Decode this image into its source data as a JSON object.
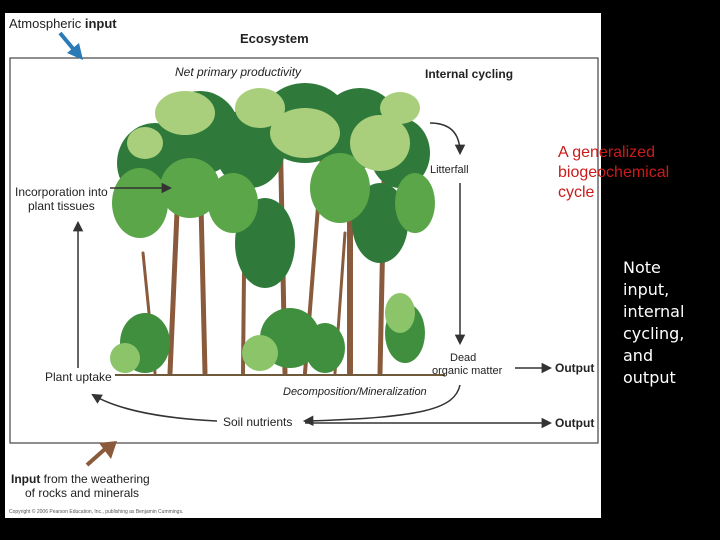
{
  "diagram": {
    "atmospheric_input": {
      "prefix": "Atmospheric ",
      "bold": "input"
    },
    "ecosystem_title": "Ecosystem",
    "net_primary_productivity": "Net primary productivity",
    "internal_cycling": "Internal cycling",
    "litterfall": "Litterfall",
    "incorporation": [
      "Incorporation into",
      "plant tissues"
    ],
    "plant_uptake": "Plant uptake",
    "dead_organic_matter": [
      "Dead",
      "organic matter"
    ],
    "decomposition": "Decomposition/Mineralization",
    "soil_nutrients": "Soil nutrients",
    "output_upper": "Output",
    "output_lower": "Output",
    "weathering_input": {
      "bold": "Input",
      "rest": " from the weathering",
      "line2": "of rocks and minerals"
    },
    "copyright": "Copyright © 2006 Pearson Education, Inc., publishing as Benjamin Cummings."
  },
  "side_caption": "A generalized biogeochemical cycle",
  "side_note": "Note\ninput,\ninternal\ncycling,\nand\noutput",
  "colors": {
    "slide_background": "#000000",
    "caption_red": "#cc1a1a",
    "arrow_blue": "#2a7ab8",
    "arrow_brown": "#8b5a3a",
    "foliage_light": "#a9cf7c",
    "foliage_dark": "#2f7a3a",
    "trunk": "#8a5a3c"
  }
}
